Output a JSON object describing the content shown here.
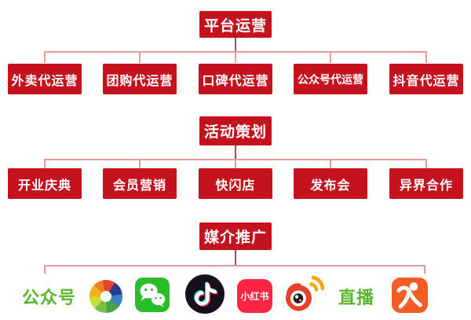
{
  "colors": {
    "box-red": "#c4121e",
    "connector-line": "#e59a9c",
    "connector-stub": "#bf4046",
    "green-label": "#5cb531",
    "wechat-green": "#2abd2a",
    "douyin-black": "#16101c",
    "xiaohongshu-red": "#fe2543",
    "dianping-orange": "#f25c25"
  },
  "diagram": {
    "type": "org-chart",
    "sections": [
      {
        "parent": "平台运营",
        "children": [
          "外卖代运营",
          "团购代运营",
          "口碑代运营",
          "公众号代运营",
          "抖音代运营"
        ]
      },
      {
        "parent": "活动策划",
        "children": [
          "开业庆典",
          "会员营销",
          "快闪店",
          "发布会",
          "异界合作"
        ]
      },
      {
        "parent": "媒介推广",
        "media_channels": [
          {
            "kind": "text",
            "label": "公众号"
          },
          {
            "kind": "icon",
            "name": "camera-aperture"
          },
          {
            "kind": "icon",
            "name": "wechat"
          },
          {
            "kind": "icon",
            "name": "douyin"
          },
          {
            "kind": "icon",
            "name": "xiaohongshu",
            "label": "小红书"
          },
          {
            "kind": "icon",
            "name": "weibo"
          },
          {
            "kind": "text",
            "label": "直播"
          },
          {
            "kind": "icon",
            "name": "dianping"
          }
        ]
      }
    ]
  }
}
